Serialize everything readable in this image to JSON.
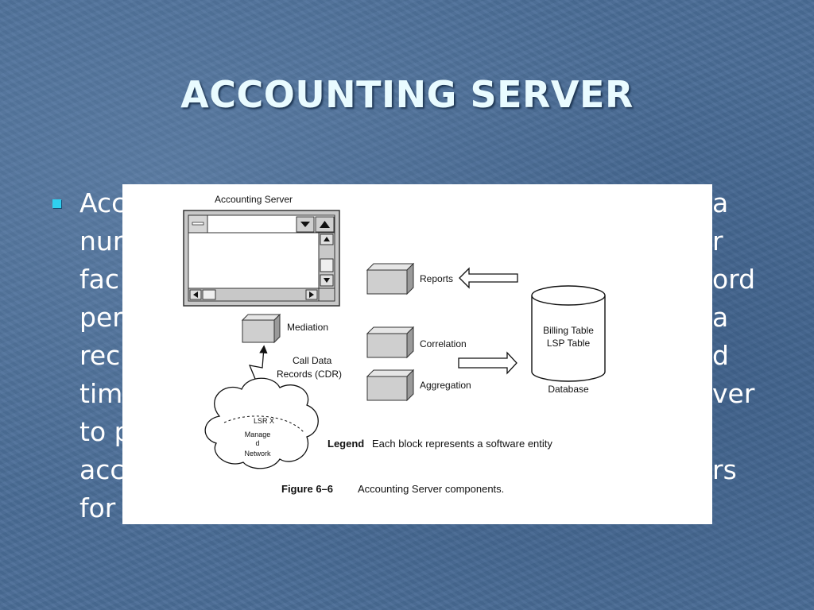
{
  "slide": {
    "title": "ACCOUNTING SERVER",
    "bullet_lines": [
      {
        "left": "Acc",
        "right": "a"
      },
      {
        "left": "nur",
        "right": "r"
      },
      {
        "left": "fac",
        "right": "ord"
      },
      {
        "left": "per",
        "right": "a"
      },
      {
        "left": "rec",
        "right": "d"
      },
      {
        "left": "tim",
        "right": "ver"
      },
      {
        "left": "to p",
        "right": ""
      },
      {
        "left": "acc",
        "right": "rs"
      },
      {
        "left": "for",
        "right": ""
      }
    ]
  },
  "figure": {
    "window_title": "Accounting Server",
    "components": {
      "mediation": "Mediation",
      "reports": "Reports",
      "correlation": "Correlation",
      "aggregation": "Aggregation"
    },
    "cdr_line1": "Call Data",
    "cdr_line2": "Records (CDR)",
    "database_line1": "Billing  Table",
    "database_line2": "LSP Table",
    "database_label": "Database",
    "cloud_line1": "LSR X",
    "cloud_line2": "Manage",
    "cloud_line3": "d",
    "cloud_line4": "Network",
    "legend_bold": "Legend",
    "legend_text": "Each block represents a software entity",
    "caption_bold": "Figure 6–6",
    "caption_text": "Accounting Server components."
  }
}
